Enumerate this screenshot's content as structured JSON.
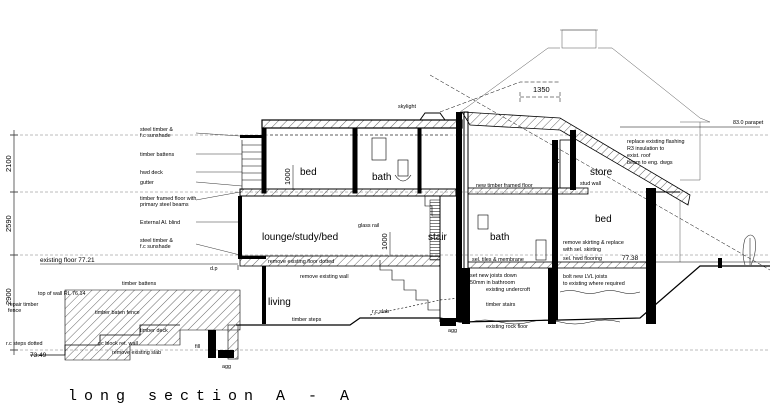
{
  "title": "long   section   A - A",
  "dims": {
    "upper": "2100",
    "middle": "2590",
    "lower": "2900",
    "overhang": "1350",
    "wall_1000_bed": "1000",
    "wall_1000_glass": "1000"
  },
  "levels": {
    "parapet": "83.0 parapet",
    "existing_floor": "existing floor 77.21",
    "top_of_wall": "top of wall RL 76.14",
    "rc_steps": "r.c steps dotted",
    "rl_73": "73.49",
    "rl_77": "77.38"
  },
  "rooms": {
    "bed_upper": "bed",
    "bath_upper": "bath",
    "lounge": "lounge/study/bed",
    "stair": "stair",
    "bath_lower": "bath",
    "bed_lower": "bed",
    "living": "living",
    "store": "store"
  },
  "left_notes": [
    "steel timber &",
    "f.c sunshade",
    "timber battens",
    "hwd deck",
    "gutter",
    "timber framed floor with",
    "primary steel beams",
    "External Al. blind",
    "steel timber &",
    "f.c sunshade"
  ],
  "notes": {
    "skylight": "skylight",
    "glass_rail": "glass rail",
    "new_floor": "new timber framed floor",
    "stud_wall": "stud wall",
    "c_label": "c",
    "flashing_1": "replace existing flashing",
    "flashing_2": "R3 insulation to",
    "flashing_3": "exist. roof",
    "flashing_4": "beam to eng. dwgs",
    "remove_floor": "remove existing floor dotted",
    "remove_wall": "remove existing wall",
    "dp": "d.p",
    "tiles": "sel. tiles & membrane",
    "hwd_flooring": "sel. hwd flooring",
    "skirting_1": "remove skirting & replace",
    "skirting_2": "with sel. skirting",
    "joists_1": "set new joists down",
    "joists_2": "50mm in bathroom",
    "joists_3": "existing undercroft",
    "lvl_1": "bolt new LVL joists",
    "lvl_2": "to existing where required",
    "timber_stairs": "timber stairs",
    "rock_floor": "existing rock floor",
    "timber_battens_low": "timber battens",
    "repair_fence_1": "repair timber",
    "repair_fence_2": "fence",
    "baton_fence": "timber baten fence",
    "timber_steps": "timber steps",
    "rc_slab": "r.c slab",
    "timber_deck": "timber deck",
    "block_wall": "r.c block ret. wall",
    "remove_slab": "remove existing slab",
    "fill": "fill",
    "agg_1": "agg",
    "agg_2": "agg"
  }
}
